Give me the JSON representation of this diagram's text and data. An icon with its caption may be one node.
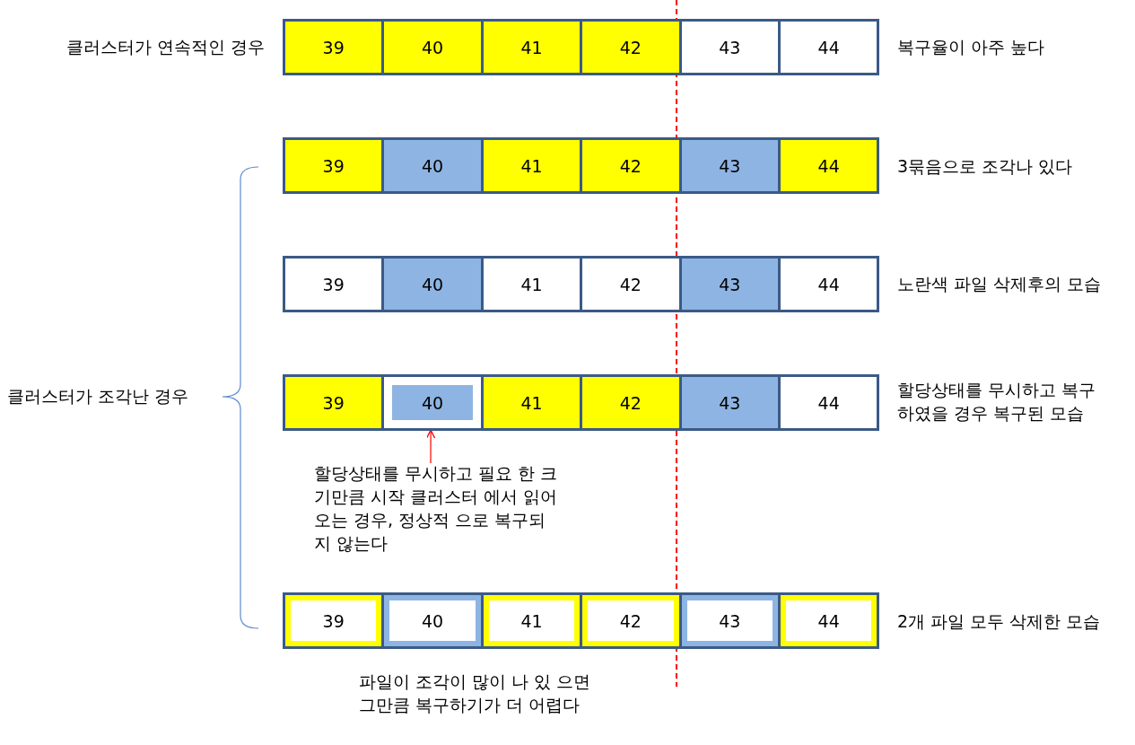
{
  "diagram": {
    "nodes": [
      {
        "text": [
          "39"
        ]
      },
      {
        "text": [
          "40"
        ]
      },
      {
        "text": [
          "41"
        ]
      },
      {
        "text": [
          "42"
        ]
      },
      {
        "text": [
          "43"
        ]
      },
      {
        "text": [
          "44"
        ]
      },
      {
        "text": [
          "39"
        ]
      },
      {
        "text": [
          "40"
        ]
      },
      {
        "text": [
          "41"
        ]
      },
      {
        "text": [
          "42"
        ]
      },
      {
        "text": [
          "43"
        ]
      },
      {
        "text": [
          "44"
        ]
      },
      {
        "text": [
          "39"
        ]
      },
      {
        "text": [
          "40"
        ]
      },
      {
        "text": [
          "41"
        ]
      },
      {
        "text": [
          "42"
        ]
      },
      {
        "text": [
          "43"
        ]
      },
      {
        "text": [
          "44"
        ]
      },
      {
        "text": [
          "39"
        ]
      },
      {
        "text": [
          "40"
        ]
      },
      {
        "text": [
          "41"
        ]
      },
      {
        "text": [
          "42"
        ]
      },
      {
        "text": [
          "43"
        ]
      },
      {
        "text": [
          "44"
        ]
      },
      {
        "text": [
          "39"
        ]
      },
      {
        "text": [
          "40"
        ]
      },
      {
        "text": [
          "41"
        ]
      },
      {
        "text": [
          "42"
        ]
      },
      {
        "text": [
          "43"
        ]
      },
      {
        "text": [
          "44"
        ]
      },
      {
        "text": [
          "할당상태를 무시하고 필요 한 크기만큼 시작 클러스터 에서 읽어오는 경우, 정상적 으로 복구되지 않는다"
        ]
      }
    ],
    "edges": [
      {
        "from": 30,
        "to": 19,
        "arrow": "to",
        "color": "#ff0000"
      }
    ],
    "labels": [
      "클러스터가 연속적인 경우",
      "복구율이 아주 높다",
      "3묶음으로 조각나 있다",
      "노란색 파일 삭제후의 모습",
      "클러스터가 조각난 경우",
      "할당상태를 무시하고 복구 하였을 경우 복구된 모습",
      "2개 파일 모두 삭제한 모습",
      "파일이 조각이 많이 나 있 으면 그만큼 복구하기가 더 어렵다"
    ]
  }
}
